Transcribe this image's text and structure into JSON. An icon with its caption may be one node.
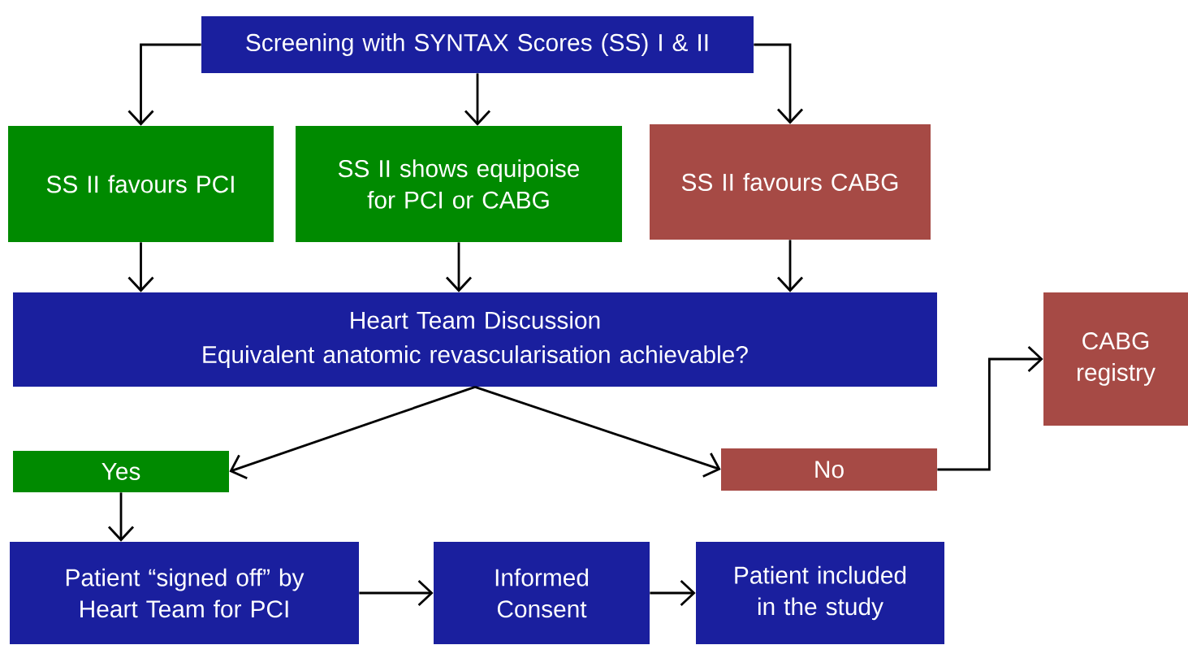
{
  "diagram": {
    "nodes": [
      {
        "text": [
          "Screening with SYNTAX Scores (SS) I & II"
        ]
      },
      {
        "text": [
          "SS II favours PCI"
        ]
      },
      {
        "text": [
          "SS II shows equipoise for PCI or CABG"
        ]
      },
      {
        "text": [
          "SS II favours CABG"
        ]
      },
      {
        "text": [
          "Heart Team Discussion",
          "Equivalent anatomic revascularisation achievable?"
        ]
      },
      {
        "text": [
          "CABG registry"
        ]
      },
      {
        "text": [
          "Yes"
        ]
      },
      {
        "text": [
          "No"
        ]
      },
      {
        "text": [
          "Patient “signed off” by Heart Team for PCI"
        ]
      },
      {
        "text": [
          "Informed Consent"
        ]
      },
      {
        "text": [
          "Patient included in the study"
        ]
      }
    ],
    "edges": [
      {
        "from": 0,
        "to": 1,
        "arrow": "to"
      },
      {
        "from": 0,
        "to": 2,
        "arrow": "to"
      },
      {
        "from": 0,
        "to": 3,
        "arrow": "to"
      },
      {
        "from": 1,
        "to": 4,
        "arrow": "to"
      },
      {
        "from": 2,
        "to": 4,
        "arrow": "to"
      },
      {
        "from": 3,
        "to": 4,
        "arrow": "to"
      },
      {
        "from": 4,
        "to": 6,
        "arrow": "to"
      },
      {
        "from": 4,
        "to": 7,
        "arrow": "to"
      },
      {
        "from": 7,
        "to": 5,
        "arrow": "to"
      },
      {
        "from": 6,
        "to": 8,
        "arrow": "to"
      },
      {
        "from": 8,
        "to": 9,
        "arrow": "to"
      },
      {
        "from": 9,
        "to": 10,
        "arrow": "to"
      }
    ]
  }
}
